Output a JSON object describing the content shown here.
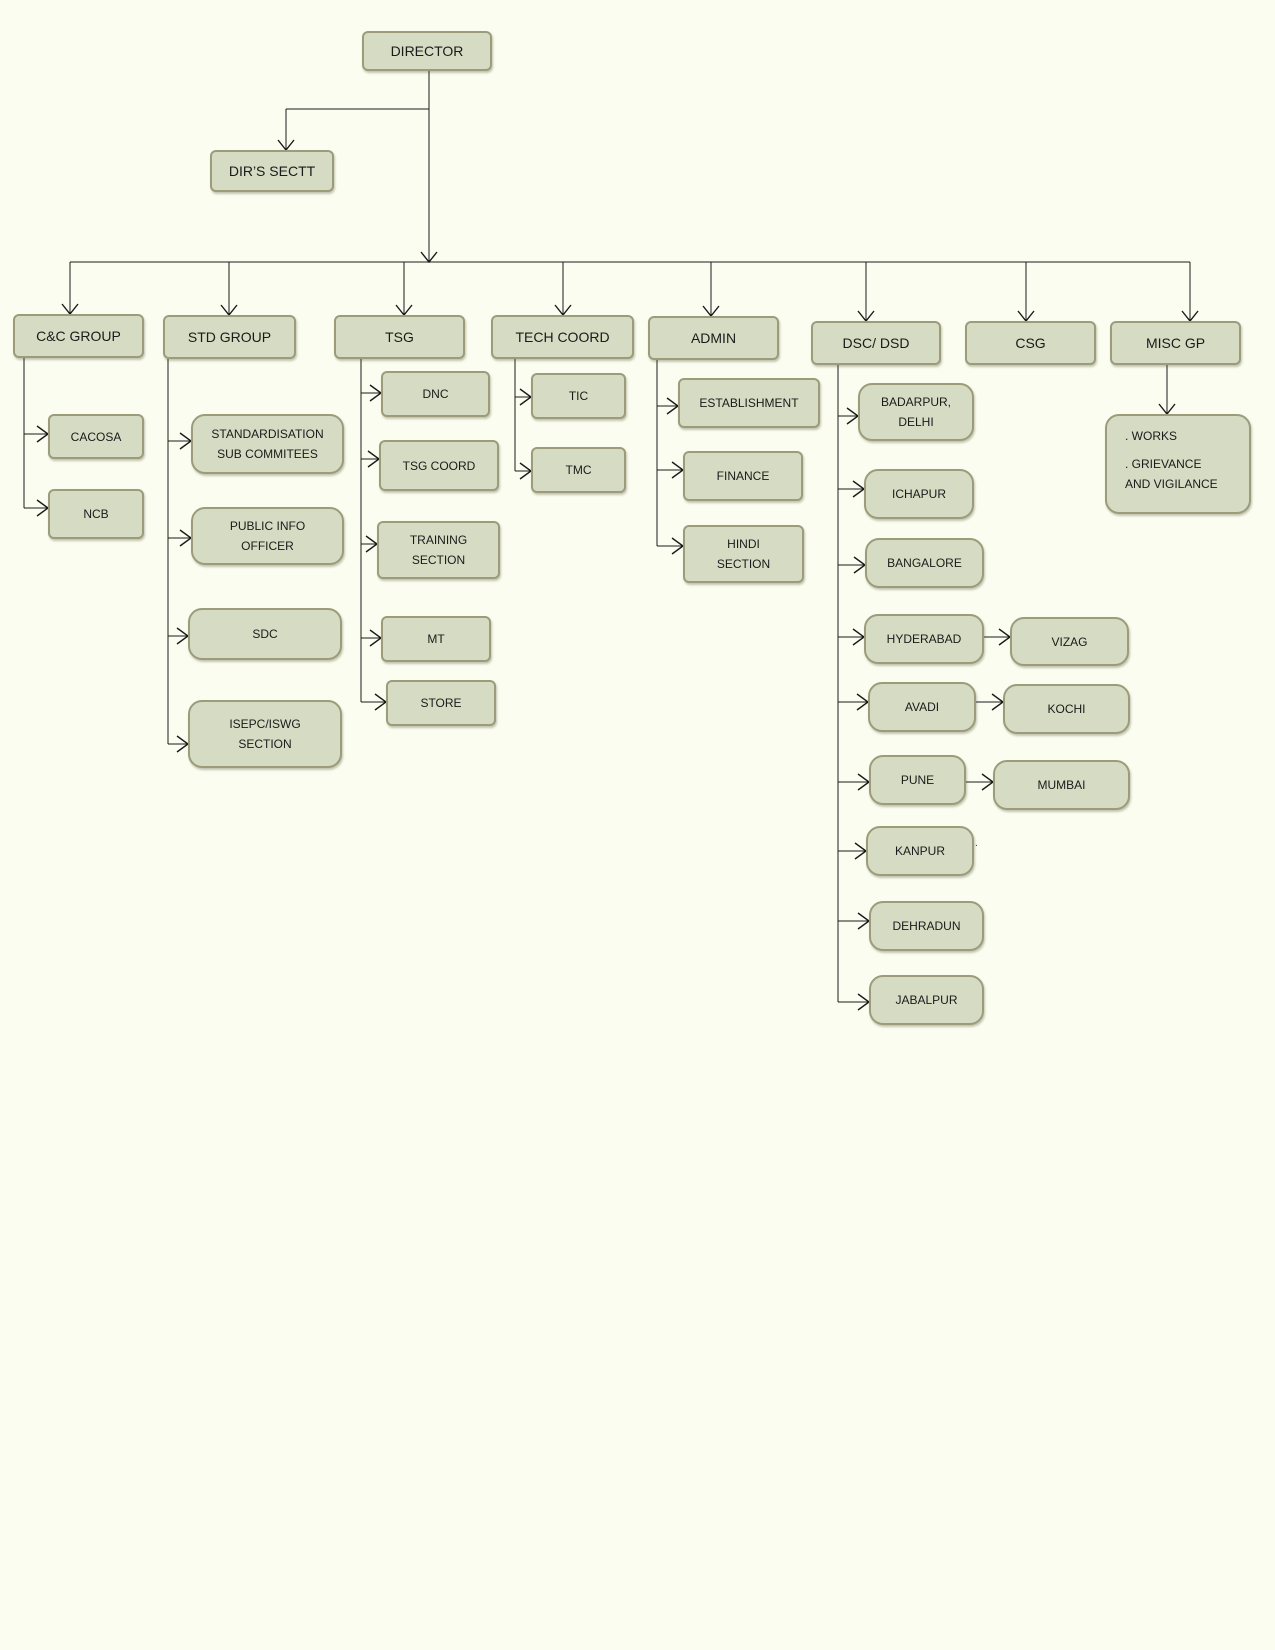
{
  "nodes": {
    "director": "DIRECTOR",
    "dirs_sectt": "DIR’S SECTT",
    "cc_group": "C&C GROUP",
    "std_group": "STD GROUP",
    "tsg": "TSG",
    "tech_coord": "TECH COORD",
    "admin": "ADMIN",
    "dsc_dsd": "DSC/ DSD",
    "csg": "CSG",
    "misc_gp": "MISC GP",
    "cacosa": "CACOSA",
    "ncb": "NCB",
    "standardisation": "STANDARDISATION\nSUB COMMITEES",
    "public_info": "PUBLIC INFO\nOFFICER",
    "sdc": "SDC",
    "isepc": "ISEPC/ISWG\nSECTION",
    "dnc": "DNC",
    "tsg_coord": "TSG COORD",
    "training": "TRAINING\nSECTION",
    "mt": "MT",
    "store": "STORE",
    "tic": "TIC",
    "tmc": "TMC",
    "establishment": "ESTABLISHMENT",
    "finance": "FINANCE",
    "hindi": "HINDI\nSECTION",
    "badarpur": "BADARPUR,\nDELHI",
    "ichapur": "ICHAPUR",
    "bangalore": "BANGALORE",
    "hyderabad": "HYDERABAD",
    "vizag": "VIZAG",
    "avadi": "AVADI",
    "kochi": "KOCHI",
    "pune": "PUNE",
    "mumbai": "MUMBAI",
    "kanpur": "KANPUR",
    "dehradun": "DEHRADUN",
    "jabalpur": "JABALPUR",
    "misc_items": [
      ". WORKS",
      ". GRIEVANCE\nAND VIGILANCE"
    ]
  },
  "stray_mark": "."
}
